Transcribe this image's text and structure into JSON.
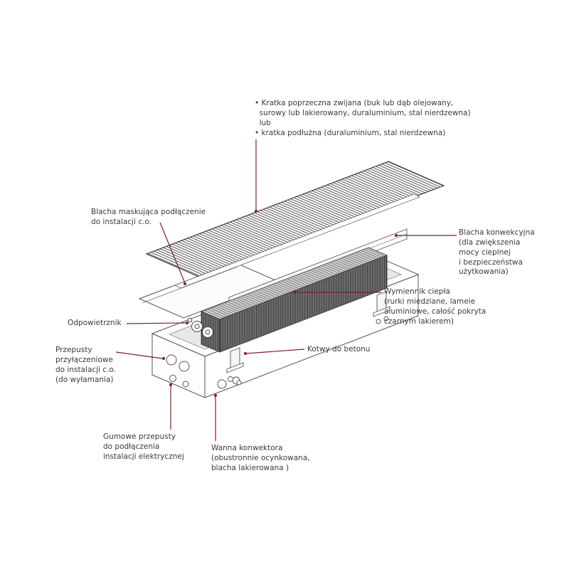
{
  "page": {
    "background": "#ffffff",
    "type": "exploded technical diagram of a trench floor convector"
  },
  "colors": {
    "leader_line": "#7e2222",
    "label_text": "#3a3a3a",
    "diagram_line": "#4a4a4a",
    "exchanger_fill": "#8d8d8d",
    "cavity_fill": "#e8e8e8"
  },
  "labels": {
    "grille": "• Kratka poprzeczna zwijana (buk lub dąb olejowany,\n  surowy lub lakierowany, duraluminium, stal nierdzewna)\n  lub\n• kratka podłużna (duraluminium, stal nierdzewna)",
    "masking_plate": "Blacha maskująca podłączenie\ndo instalacji c.o.",
    "air_vent": "Odpowietrznik",
    "co_knockouts": "Przepusty\nprzyłączeniowe\ndo instalacji c.o.\n(do wyłamania)",
    "rubber_grommets": "Gumowe przepusty\ndo podłączenia\ninstalacji elektrycznej",
    "convection_plate": "Blacha konwekcyjna\n(dla zwiększenia\nmocy cieplnej\ni bezpieczeństwa\nużytkowania)",
    "heat_exchanger": "Wymiennik ciepła\n(rurki miedziane, lamele\naluminiowe, całość pokryta\nczarnym lakierem)",
    "anchors": "Kotwy do betonu",
    "tub": "Wanna konwektora\n(obustronnie ocynkowana,\nblacha lakierowana )"
  }
}
